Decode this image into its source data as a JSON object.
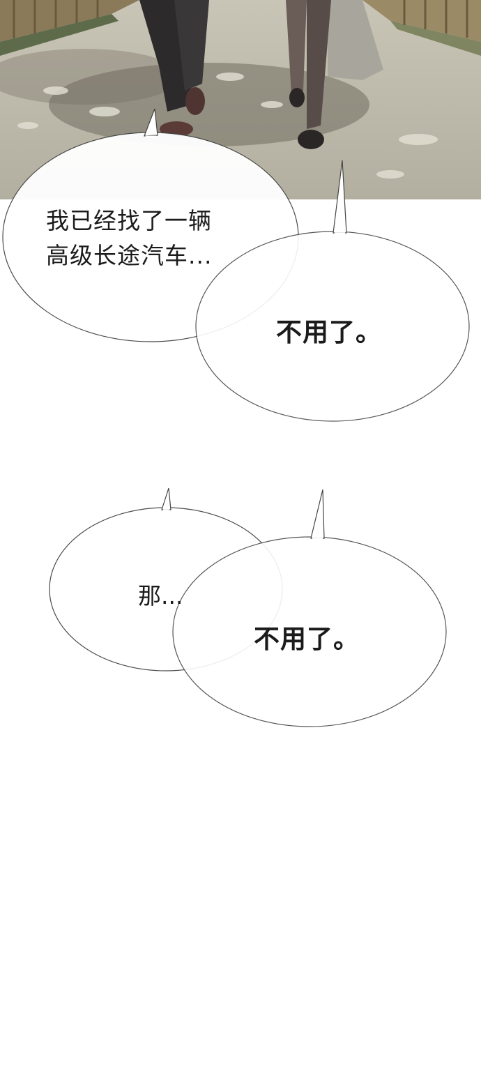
{
  "panel": {
    "scene_description_icon": "street-scene-illustration"
  },
  "dialogue": {
    "bubble_1": {
      "line_1": "我已经找了一辆",
      "line_2": "高级长途汽车..."
    },
    "bubble_2": {
      "text": "不用了。"
    },
    "bubble_3": {
      "text": "那..."
    },
    "bubble_4": {
      "text": "不用了。"
    }
  },
  "colors": {
    "background": "#ffffff",
    "bubble_fill": "#ffffff",
    "bubble_stroke": "#444444",
    "text": "#1b1b1b",
    "ground": "#b9b6a8",
    "shadow": "#6f6b5f"
  }
}
